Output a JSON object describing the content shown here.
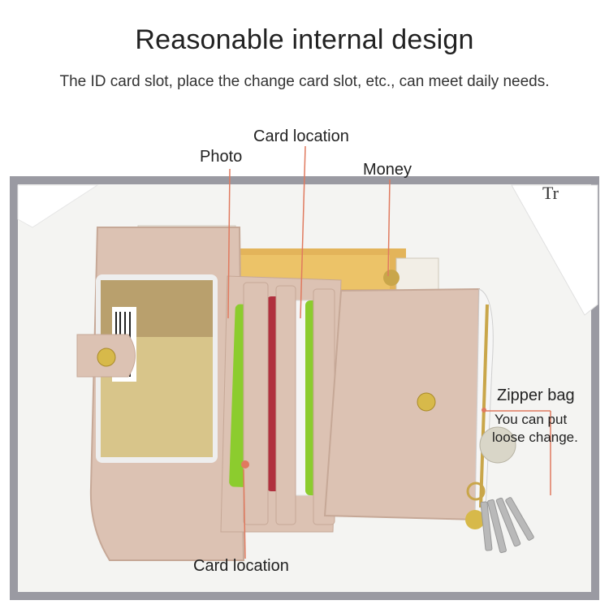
{
  "heading": {
    "title": "Reasonable internal design",
    "subtitle": "The ID card slot, place the change card slot, etc., can meet daily needs."
  },
  "callouts": {
    "photo": "Photo",
    "card_location_top": "Card location",
    "money": "Money",
    "zipper_bag": "Zipper bag",
    "zipper_note_line1": "You can put",
    "zipper_note_line2": "loose change.",
    "card_location_bottom": "Card location"
  },
  "colors": {
    "wallet": "#dcc2b3",
    "accent_line": "#e07a5f",
    "frame": "#9a9aa2",
    "card_green": "#8ccc2e",
    "card_red": "#b0303e"
  }
}
